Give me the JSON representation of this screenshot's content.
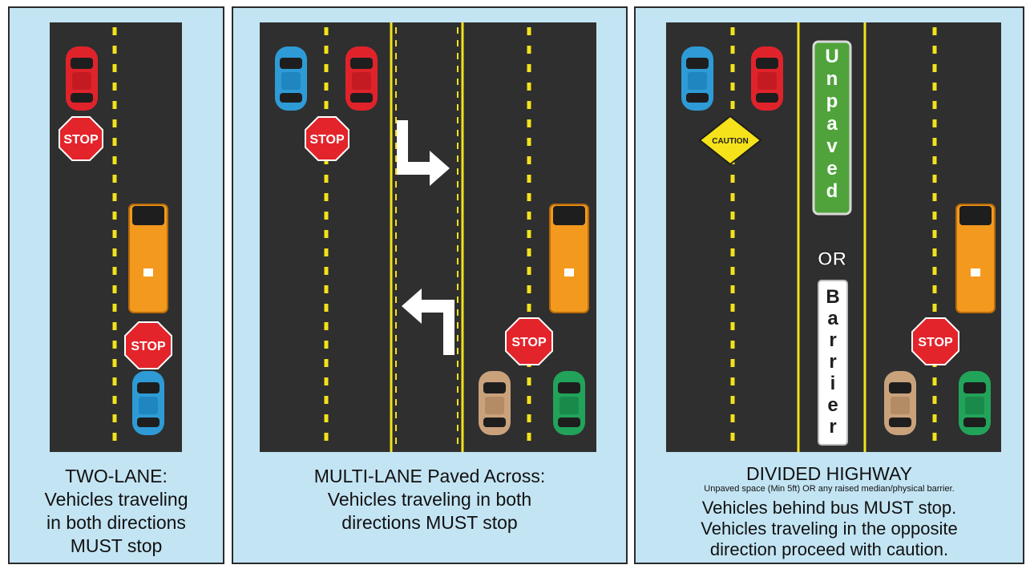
{
  "colors": {
    "panel_bg": "#c3e4f3",
    "road": "#2f2f2f",
    "lane_dash": "#f2e21c",
    "stop_sign": "#e3242b",
    "caution_sign": "#f6e21a",
    "median_grass": "#4fa33a",
    "bus": "#f39a1e",
    "car_red": "#e0232b",
    "car_blue": "#2e9bd6",
    "car_tan": "#c9a27c",
    "car_green": "#22a35a"
  },
  "icons": [
    "car-icon",
    "school-bus-icon",
    "stop-sign-icon",
    "caution-sign-icon",
    "turn-arrow-icon"
  ],
  "panels": [
    {
      "signs": {
        "stop_top": "STOP",
        "stop_bottom": "STOP"
      },
      "caption": {
        "lines": [
          "TWO-LANE:",
          "Vehicles traveling",
          "in both directions",
          "MUST stop"
        ]
      }
    },
    {
      "signs": {
        "stop_top": "STOP",
        "stop_bottom": "STOP"
      },
      "caption": {
        "lines": [
          "MULTI-LANE Paved Across:",
          "Vehicles traveling in both",
          "directions MUST stop"
        ]
      }
    },
    {
      "signs": {
        "caution": "CAUTION",
        "stop_bottom": "STOP"
      },
      "median": {
        "top_label": "Unpaved",
        "or_label": "OR",
        "bottom_label": "Barrier"
      },
      "caption": {
        "title": "DIVIDED HIGHWAY",
        "subtitle": "Unpaved space (Min 5ft) OR any raised median/physical barrier.",
        "lines": [
          "Vehicles behind bus MUST stop.",
          "Vehicles traveling in the opposite",
          "direction proceed with caution."
        ]
      }
    }
  ]
}
